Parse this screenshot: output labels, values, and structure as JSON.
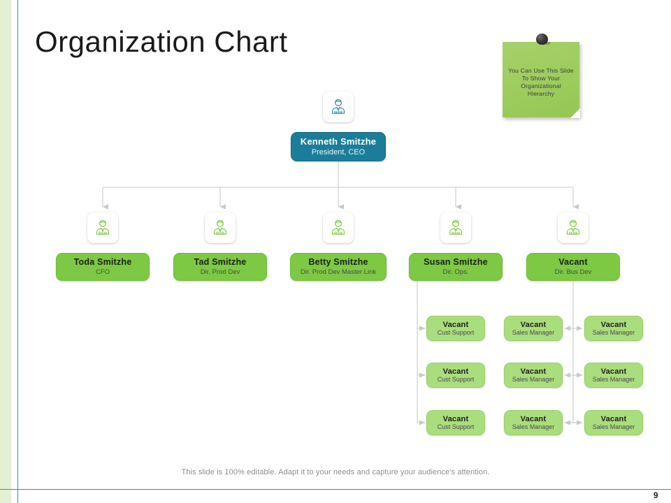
{
  "slide": {
    "title": "Organization Chart",
    "page_number": "9",
    "footer_note": "This slide is 100% editable. Adapt it to your needs and capture your audience's attention.",
    "accent_teal": "#1b7d99",
    "accent_green": "#7dc943",
    "accent_green_light": "#aadd7d",
    "band_green": "#e4f0d2",
    "connector_gray": "#c9c9c9"
  },
  "sticky_note": {
    "text": "You Can Use This Slide To Show Your Organizational Hierarchy",
    "color": "#9fcc61",
    "pin_icon": "push-pin-icon"
  },
  "chart_data": {
    "type": "diagram",
    "title": "Organization Chart",
    "levels": 3,
    "root": {
      "name": "Kenneth Smitzhe",
      "role": "President, CEO",
      "icon": "person-icon"
    },
    "level2": [
      {
        "name": "Toda Smitzhe",
        "role": "CFO",
        "icon": "person-icon"
      },
      {
        "name": "Tad Smitzhe",
        "role": "Dir. Prod Dev",
        "icon": "person-icon"
      },
      {
        "name": "Betty Smitzhe",
        "role": "Dir. Prod Dev Master Link",
        "icon": "person-icon"
      },
      {
        "name": "Susan Smitzhe",
        "role": "Dir. Ops.",
        "icon": "person-icon"
      },
      {
        "name": "Vacant",
        "role": "Dir. Bus Dev",
        "icon": "person-icon"
      }
    ],
    "level3": {
      "columns": [
        {
          "parent": "Susan Smitzhe",
          "items": [
            {
              "name": "Vacant",
              "role": "Cust Support"
            },
            {
              "name": "Vacant",
              "role": "Cust Support"
            },
            {
              "name": "Vacant",
              "role": "Cust Support"
            }
          ]
        },
        {
          "parent": "Vacant",
          "items": [
            {
              "name": "Vacant",
              "role": "Sales Manager"
            },
            {
              "name": "Vacant",
              "role": "Sales Manager"
            },
            {
              "name": "Vacant",
              "role": "Sales Manager"
            }
          ]
        },
        {
          "parent": "Vacant",
          "items": [
            {
              "name": "Vacant",
              "role": "Sales Manager"
            },
            {
              "name": "Vacant",
              "role": "Sales Manager"
            },
            {
              "name": "Vacant",
              "role": "Sales Manager"
            }
          ]
        }
      ]
    }
  }
}
